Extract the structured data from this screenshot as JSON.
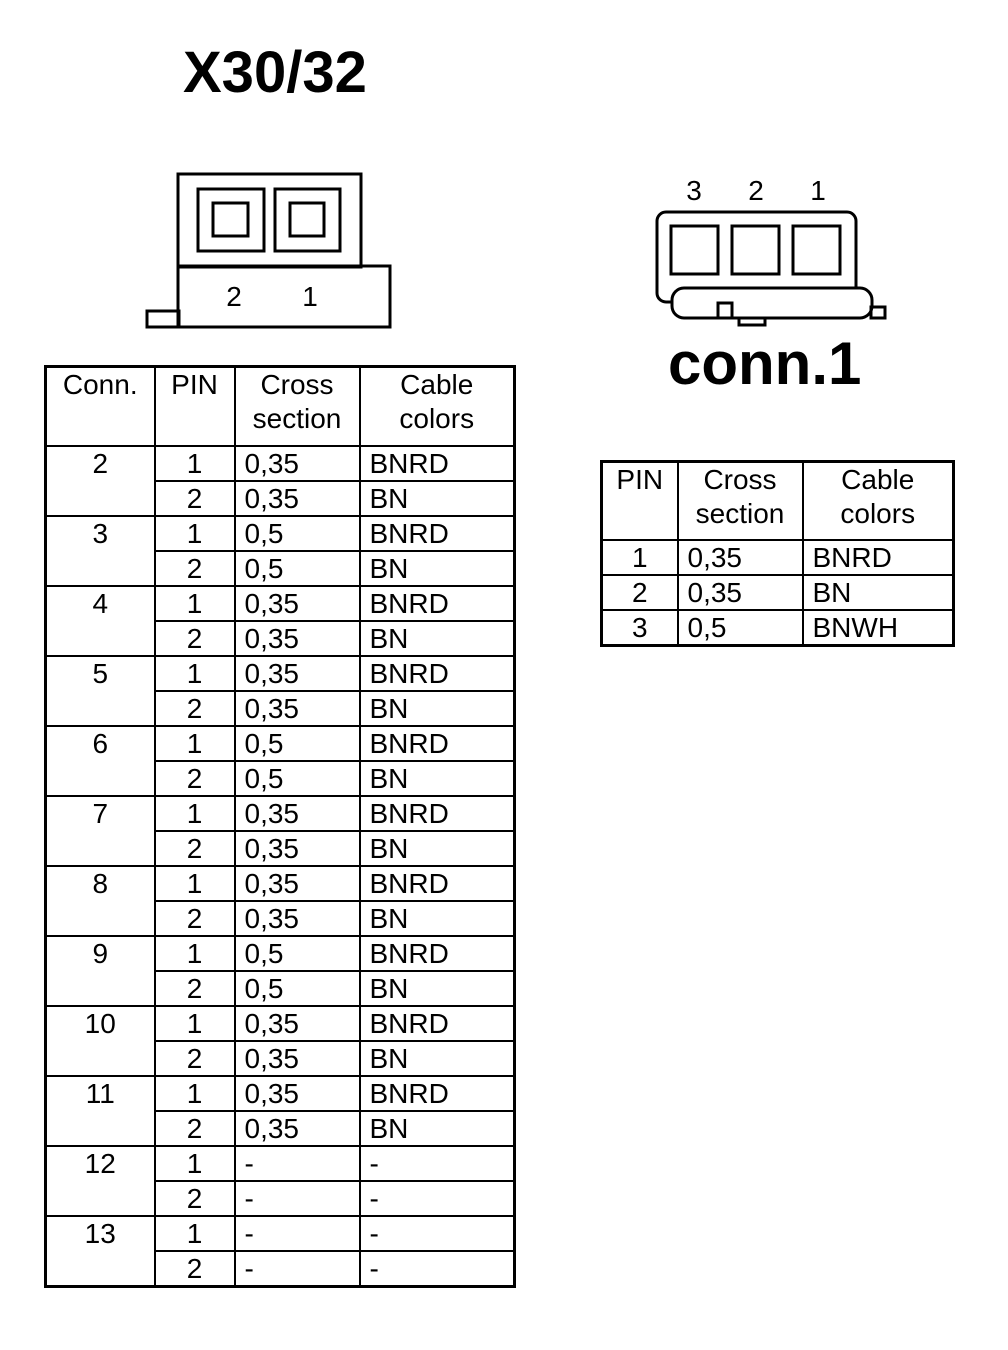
{
  "diagram1": {
    "title": "X30/32",
    "pin_labels": [
      "2",
      "1"
    ]
  },
  "diagram2": {
    "title": "conn.1",
    "pin_labels": [
      "3",
      "2",
      "1"
    ]
  },
  "table1": {
    "headers": {
      "conn": "Conn.",
      "pin": "PIN",
      "cross_line1": "Cross",
      "cross_line2": "section",
      "cable_line1": "Cable",
      "cable_line2": "colors"
    },
    "groups": [
      {
        "conn": "2",
        "rows": [
          {
            "pin": "1",
            "cross": "0,35",
            "color": "BNRD"
          },
          {
            "pin": "2",
            "cross": "0,35",
            "color": "BN"
          }
        ]
      },
      {
        "conn": "3",
        "rows": [
          {
            "pin": "1",
            "cross": "0,5",
            "color": "BNRD"
          },
          {
            "pin": "2",
            "cross": "0,5",
            "color": "BN"
          }
        ]
      },
      {
        "conn": "4",
        "rows": [
          {
            "pin": "1",
            "cross": "0,35",
            "color": "BNRD"
          },
          {
            "pin": "2",
            "cross": "0,35",
            "color": "BN"
          }
        ]
      },
      {
        "conn": "5",
        "rows": [
          {
            "pin": "1",
            "cross": "0,35",
            "color": "BNRD"
          },
          {
            "pin": "2",
            "cross": "0,35",
            "color": "BN"
          }
        ]
      },
      {
        "conn": "6",
        "rows": [
          {
            "pin": "1",
            "cross": "0,5",
            "color": "BNRD"
          },
          {
            "pin": "2",
            "cross": "0,5",
            "color": "BN"
          }
        ]
      },
      {
        "conn": "7",
        "rows": [
          {
            "pin": "1",
            "cross": "0,35",
            "color": "BNRD"
          },
          {
            "pin": "2",
            "cross": "0,35",
            "color": "BN"
          }
        ]
      },
      {
        "conn": "8",
        "rows": [
          {
            "pin": "1",
            "cross": "0,35",
            "color": "BNRD"
          },
          {
            "pin": "2",
            "cross": "0,35",
            "color": "BN"
          }
        ]
      },
      {
        "conn": "9",
        "rows": [
          {
            "pin": "1",
            "cross": "0,5",
            "color": "BNRD"
          },
          {
            "pin": "2",
            "cross": "0,5",
            "color": "BN"
          }
        ]
      },
      {
        "conn": "10",
        "rows": [
          {
            "pin": "1",
            "cross": "0,35",
            "color": "BNRD"
          },
          {
            "pin": "2",
            "cross": "0,35",
            "color": "BN"
          }
        ]
      },
      {
        "conn": "11",
        "rows": [
          {
            "pin": "1",
            "cross": "0,35",
            "color": "BNRD"
          },
          {
            "pin": "2",
            "cross": "0,35",
            "color": "BN"
          }
        ]
      },
      {
        "conn": "12",
        "rows": [
          {
            "pin": "1",
            "cross": "-",
            "color": "-"
          },
          {
            "pin": "2",
            "cross": "-",
            "color": "-"
          }
        ]
      },
      {
        "conn": "13",
        "rows": [
          {
            "pin": "1",
            "cross": "-",
            "color": "-"
          },
          {
            "pin": "2",
            "cross": "-",
            "color": "-"
          }
        ]
      }
    ]
  },
  "table2": {
    "headers": {
      "pin": "PIN",
      "cross_line1": "Cross",
      "cross_line2": "section",
      "cable_line1": "Cable",
      "cable_line2": "colors"
    },
    "rows": [
      {
        "pin": "1",
        "cross": "0,35",
        "color": "BNRD"
      },
      {
        "pin": "2",
        "cross": "0,35",
        "color": "BN"
      },
      {
        "pin": "3",
        "cross": "0,5",
        "color": "BNWH"
      }
    ]
  }
}
